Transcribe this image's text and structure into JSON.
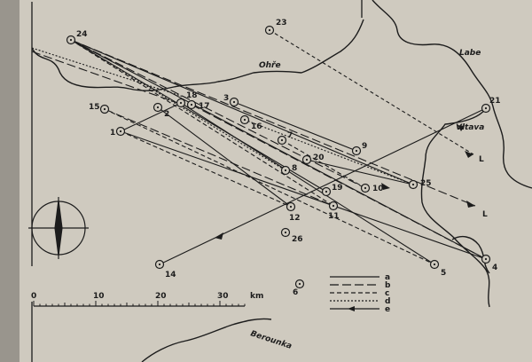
{
  "rivers": {
    "labe": "Labe",
    "ohre": "Ohře",
    "vltava": "Vltava",
    "berounka": "Berounka"
  },
  "stations": [
    {
      "id": "1",
      "label": "1"
    },
    {
      "id": "2",
      "label": "2"
    },
    {
      "id": "3",
      "label": "3"
    },
    {
      "id": "4",
      "label": "4"
    },
    {
      "id": "5",
      "label": "5"
    },
    {
      "id": "6",
      "label": "6"
    },
    {
      "id": "7",
      "label": "7"
    },
    {
      "id": "8",
      "label": "8"
    },
    {
      "id": "9",
      "label": "9"
    },
    {
      "id": "10",
      "label": "10"
    },
    {
      "id": "11",
      "label": "11"
    },
    {
      "id": "12",
      "label": "12"
    },
    {
      "id": "14",
      "label": "14"
    },
    {
      "id": "15",
      "label": "15"
    },
    {
      "id": "16",
      "label": "16"
    },
    {
      "id": "17",
      "label": "17"
    },
    {
      "id": "18",
      "label": "18"
    },
    {
      "id": "19",
      "label": "19"
    },
    {
      "id": "20",
      "label": "20"
    },
    {
      "id": "21",
      "label": "21"
    },
    {
      "id": "23",
      "label": "23"
    },
    {
      "id": "24",
      "label": "24"
    },
    {
      "id": "25",
      "label": "25"
    },
    {
      "id": "26",
      "label": "26"
    }
  ],
  "arrow_labels": [
    "L",
    "L"
  ],
  "legend": [
    {
      "key": "a",
      "style": "solid"
    },
    {
      "key": "b",
      "style": "longdash"
    },
    {
      "key": "c",
      "style": "dash"
    },
    {
      "key": "d",
      "style": "dot"
    },
    {
      "key": "e",
      "style": "arrow"
    }
  ],
  "scale": {
    "ticks": [
      "0",
      "10",
      "20",
      "30"
    ],
    "unit": "km"
  },
  "colors": {
    "paper": "#cfcabf",
    "ink": "#1c1c1c"
  }
}
